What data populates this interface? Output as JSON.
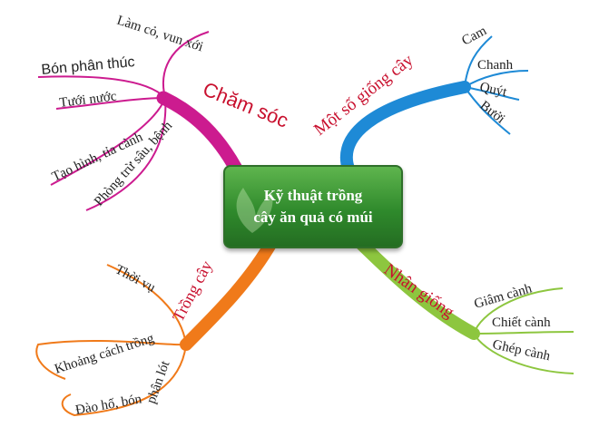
{
  "center": {
    "line1": "Kỹ thuật trồng",
    "line2": "cây ăn quả có múi"
  },
  "branches": {
    "cham_soc": {
      "label": "Chăm sóc",
      "color": "#cc1b8f",
      "items": [
        "Làm cỏ, vun xới",
        "Bón phân thúc",
        "Tưới nước",
        "Tạo hình, tỉa cành",
        "Phòng trừ sâu, bệnh"
      ]
    },
    "giong": {
      "label": "Một số giống cây",
      "color": "#1e8ad6",
      "items": [
        "Cam",
        "Chanh",
        "Quýt",
        "Bưởi"
      ]
    },
    "trong": {
      "label": "Trồng cây",
      "color": "#f07a1a",
      "items": [
        "Thời vụ",
        "Khoảng cách trồng",
        "Đào hố, bón",
        "phân lót"
      ]
    },
    "nhan_giong": {
      "label": "Nhân giống",
      "color": "#8dc63f",
      "items": [
        "Giâm cành",
        "Chiết cành",
        "Ghép cành"
      ]
    }
  }
}
